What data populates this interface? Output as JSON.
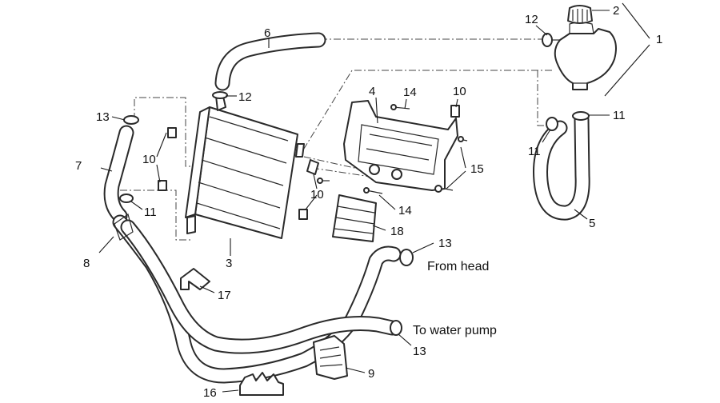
{
  "callouts": [
    {
      "id": "c1",
      "text": "1"
    },
    {
      "id": "c2",
      "text": "2"
    },
    {
      "id": "c3",
      "text": "3"
    },
    {
      "id": "c4",
      "text": "4"
    },
    {
      "id": "c5",
      "text": "5"
    },
    {
      "id": "c6",
      "text": "6"
    },
    {
      "id": "c7",
      "text": "7"
    },
    {
      "id": "c8",
      "text": "8"
    },
    {
      "id": "c9",
      "text": "9"
    },
    {
      "id": "c10a",
      "text": "10"
    },
    {
      "id": "c10b",
      "text": "10"
    },
    {
      "id": "c10c",
      "text": "10"
    },
    {
      "id": "c11a",
      "text": "11"
    },
    {
      "id": "c11b",
      "text": "11"
    },
    {
      "id": "c11c",
      "text": "11"
    },
    {
      "id": "c12a",
      "text": "12"
    },
    {
      "id": "c12b",
      "text": "12"
    },
    {
      "id": "c13a",
      "text": "13"
    },
    {
      "id": "c13b",
      "text": "13"
    },
    {
      "id": "c13c",
      "text": "13"
    },
    {
      "id": "c14a",
      "text": "14"
    },
    {
      "id": "c14b",
      "text": "14"
    },
    {
      "id": "c15",
      "text": "15"
    },
    {
      "id": "c16",
      "text": "16"
    },
    {
      "id": "c17",
      "text": "17"
    },
    {
      "id": "c18",
      "text": "18"
    }
  ],
  "notes": {
    "from_head": "From head",
    "to_water_pump": "To water pump"
  }
}
